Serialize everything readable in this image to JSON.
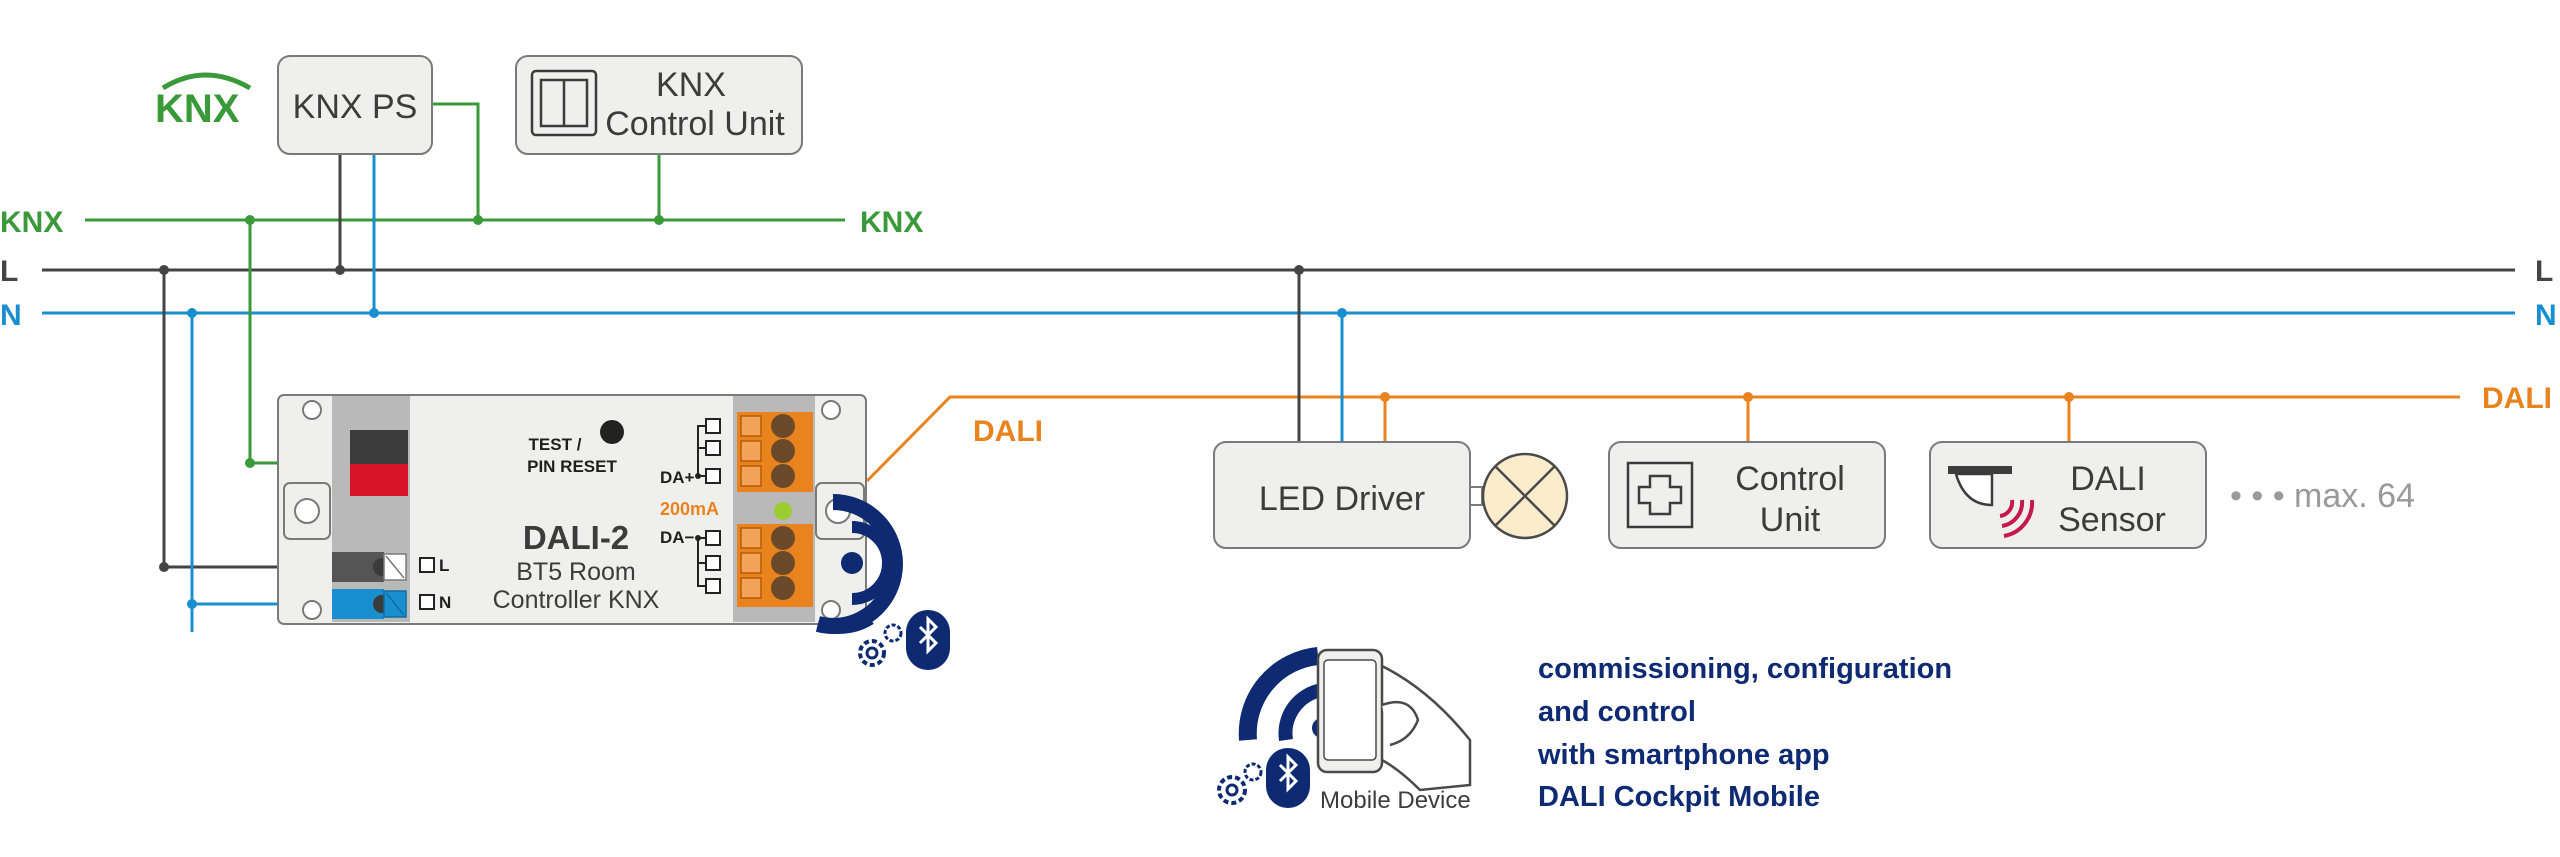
{
  "colors": {
    "knx": "#3a9a3a",
    "live": "#444444",
    "neutral": "#1a8fd0",
    "dali": "#e8831e",
    "navy": "#0d2a72",
    "box_fill": "#efefee",
    "box_stroke": "#7a7a7a",
    "red": "#d7142a"
  },
  "logo": {
    "text": "KNX"
  },
  "buses": {
    "knx_left": "KNX",
    "knx_right": "KNX",
    "l_left": "L",
    "l_right": "L",
    "n_left": "N",
    "n_right": "N",
    "dali_mid": "DALI",
    "dali_right": "DALI"
  },
  "boxes": {
    "knx_ps": "KNX PS",
    "knx_control_line1": "KNX",
    "knx_control_line2": "Control Unit",
    "led_driver": "LED Driver",
    "control_unit_line1": "Control",
    "control_unit_line2": "Unit",
    "dali_sensor_line1": "DALI",
    "dali_sensor_line2": "Sensor",
    "max_devices": "• • •  max. 64"
  },
  "module": {
    "test_line1": "TEST /",
    "test_line2": "PIN RESET",
    "title": "DALI-2",
    "subtitle_line1": "BT5 Room",
    "subtitle_line2": "Controller KNX",
    "da_plus": "DA+",
    "da_minus": "DA−",
    "current": "200mA",
    "terminal_l": "L",
    "terminal_n": "N"
  },
  "mobile": {
    "device_label": "Mobile Device",
    "caption_line1": "commissioning, configuration",
    "caption_line2": "and control",
    "caption_line3": "with smartphone app",
    "caption_line4": "DALI Cockpit Mobile"
  },
  "icons": [
    "knx-logo",
    "switch-icon",
    "lamp-icon",
    "control-unit-icon",
    "sensor-icon",
    "bluetooth-icon",
    "gear-icon",
    "wireless-waves-icon",
    "smartphone-hand-icon"
  ]
}
